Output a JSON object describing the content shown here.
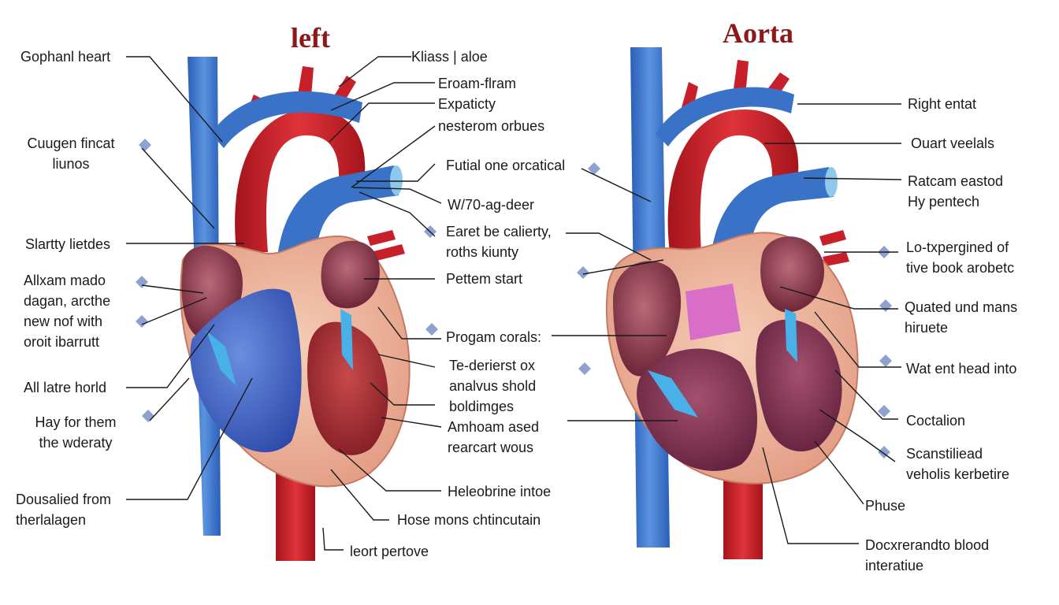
{
  "titles": {
    "left": "left",
    "right": "Aorta"
  },
  "colors": {
    "vein_blue": "#3a72c8",
    "artery_red": "#c8202a",
    "muscle_peach": "#eeb29a",
    "chamber_maroon": "#8c3a4e",
    "title_red": "#8a1a1a"
  },
  "left_figure": {
    "left_labels": [
      [
        "Gophanl heart"
      ],
      [
        "Cuugen fincat",
        "liunos"
      ],
      [
        "Slartty lietdes"
      ],
      [
        "Allxam mado",
        "dagan, arcthe",
        "new nof with",
        "oroit ibarrutt"
      ],
      [
        "All latre horld"
      ],
      [
        "Hay for them",
        "the wderaty"
      ],
      [
        "Dousalied from",
        "therlalagen"
      ]
    ],
    "right_labels": [
      [
        "Kliass | aloe"
      ],
      [
        "Eroam-flram"
      ],
      [
        "Expaticty"
      ],
      [
        "nesterom orbues"
      ],
      [
        "Futial one orcatical"
      ],
      [
        "W/70-ag-deer"
      ],
      [
        "Earet be calierty,",
        "roths kiunty"
      ],
      [
        "Pettem start"
      ],
      [
        "Progam corals:"
      ],
      [
        "Te-derierst ox",
        "analvus shold",
        "boldimges"
      ],
      [
        "Amhoam ased",
        "rearcart wous"
      ],
      [
        "Heleobrine intoe"
      ],
      [
        "Hose mons chtincutain"
      ],
      [
        "leort pertove"
      ]
    ]
  },
  "right_figure": {
    "right_labels": [
      [
        "Right entat"
      ],
      [
        "Ouart veelals"
      ],
      [
        "Ratcam eastod",
        "Hy pentech"
      ],
      [
        "Lo-txpergined of",
        "tive book arobetc"
      ],
      [
        "Quated und mans",
        "hiruete"
      ],
      [
        "Wat ent head into"
      ],
      [
        "Coctalion"
      ],
      [
        "Scanstiliead",
        "veholis kerbetire"
      ],
      [
        "Phuse"
      ],
      [
        "Docxrerandto blood",
        "interatiue"
      ]
    ]
  }
}
